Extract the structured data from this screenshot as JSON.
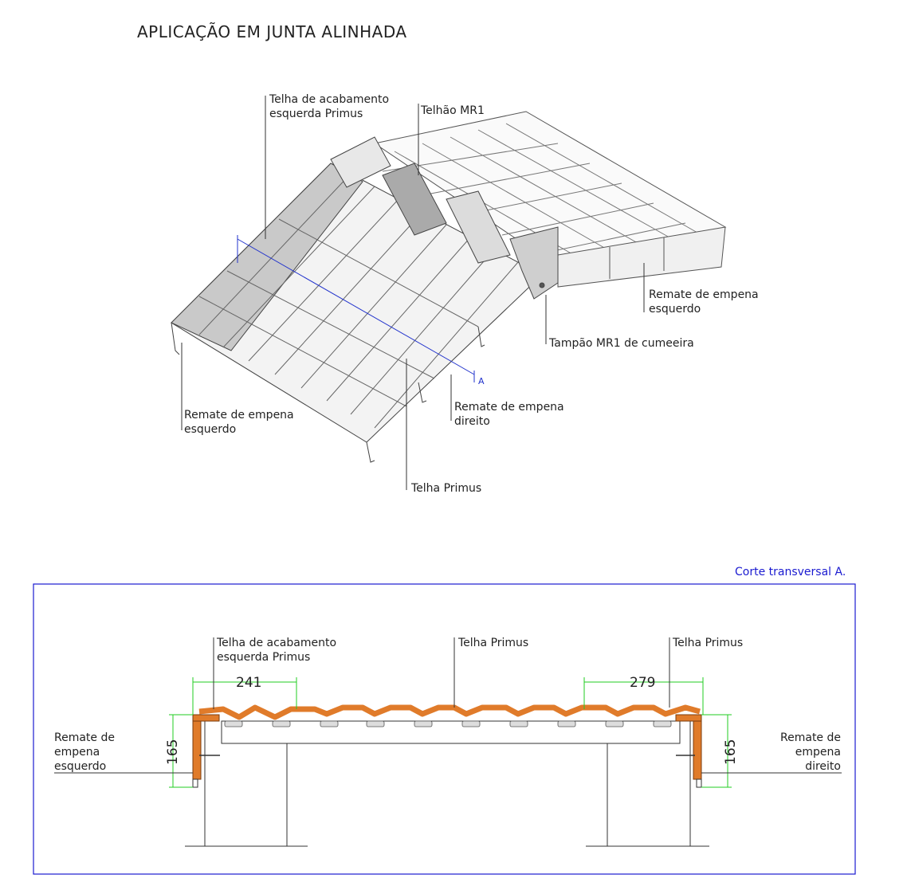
{
  "title": "APLICAÇÃO EM JUNTA ALINHADA",
  "iso_labels": {
    "telha_acabamento": [
      "Telha de acabamento",
      "esquerda Primus"
    ],
    "telhao": "Telhão MR1",
    "remate_empena_esq_right": [
      "Remate de empena",
      "esquerdo"
    ],
    "tampao": "Tampão MR1 de cumeeira",
    "remate_empena_direito": [
      "Remate de empena",
      "direito"
    ],
    "remate_empena_esq_left": [
      "Remate de empena",
      "esquerdo"
    ],
    "telha_primus": "Telha Primus",
    "section_marker": "A"
  },
  "section": {
    "caption": "Corte transversal A.",
    "telha_acabamento": [
      "Telha de acabamento",
      "esquerda Primus"
    ],
    "telha_primus_1": "Telha Primus",
    "telha_primus_2": "Telha Primus",
    "remate_esq": [
      "Remate de",
      "empena",
      "esquerdo"
    ],
    "remate_dir": [
      "Remate de",
      "empena",
      "direito"
    ],
    "dim_left_width": "241",
    "dim_right_width": "279",
    "dim_left_height": "165",
    "dim_right_height": "165"
  },
  "colors": {
    "tile_orange": "#e07b2a",
    "dimension_green": "#22cc22",
    "frame_blue": "#1a1ad0",
    "line": "#333333"
  }
}
